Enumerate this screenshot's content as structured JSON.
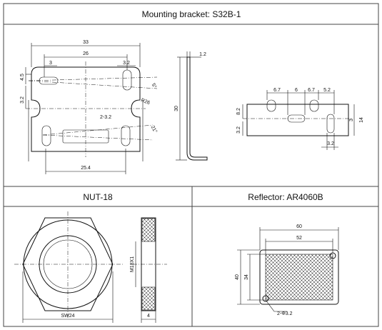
{
  "sections": {
    "bracket": {
      "title": "Mounting bracket: S32B-1",
      "front_dims": {
        "d33": "33",
        "d26": "26",
        "d3": "3",
        "d3_2a": "3.2",
        "d4_5": "4.5",
        "d3_2b": "3.2",
        "d5deg": "5°",
        "r26": "R26",
        "d2_3_2": "2-3.2",
        "d21deg": "21°",
        "d25_4": "25.4"
      },
      "side_dims": {
        "d1_2": "1.2",
        "d30": "30"
      },
      "bottom_dims": {
        "d6_7a": "6.7",
        "d6": "6",
        "d6_7b": "6.7",
        "d5_2": "5.2",
        "d8_2": "8.2",
        "d3": "3",
        "d14": "14",
        "d3_2a": "3.2",
        "d3_2b": "3.2"
      }
    },
    "nut": {
      "title": "NUT-18",
      "dims": {
        "thread": "M18X1",
        "sw": "SW24",
        "thickness": "4"
      }
    },
    "reflector": {
      "title": "Reflector: AR4060B",
      "dims": {
        "d60": "60",
        "d52": "52",
        "d40": "40",
        "d34": "34",
        "holes": "2-Φ3.2"
      }
    }
  }
}
